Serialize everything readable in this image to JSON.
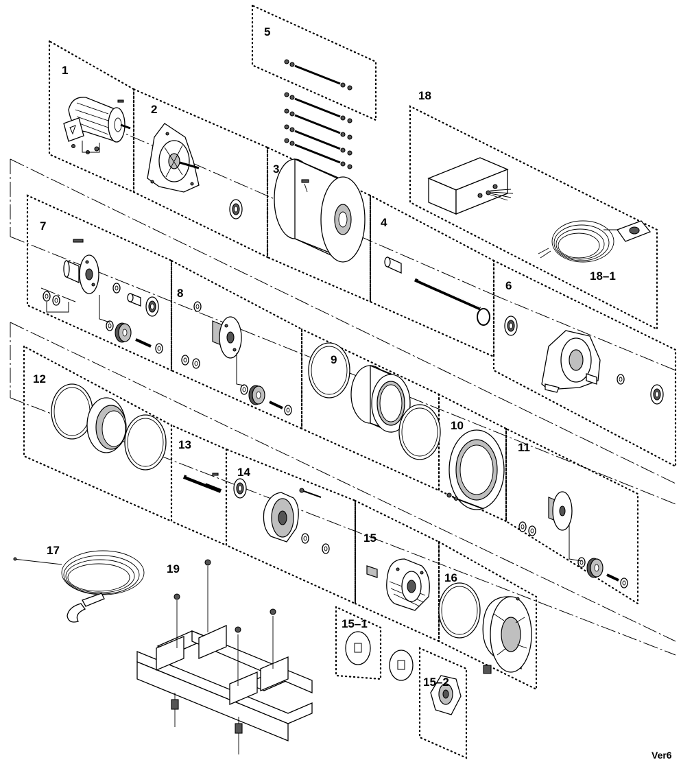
{
  "labels": {
    "p1": "1",
    "p2": "2",
    "p3": "3",
    "p4": "4",
    "p5": "5",
    "p6": "6",
    "p7": "7",
    "p8": "8",
    "p9": "9",
    "p10": "10",
    "p11": "11",
    "p12": "12",
    "p13": "13",
    "p14": "14",
    "p15": "15",
    "p15_1": "15–1",
    "p15_2": "15–2",
    "p16": "16",
    "p17": "17",
    "p18": "18",
    "p18_1": "18–1",
    "p19": "19"
  },
  "version": "Ver6"
}
